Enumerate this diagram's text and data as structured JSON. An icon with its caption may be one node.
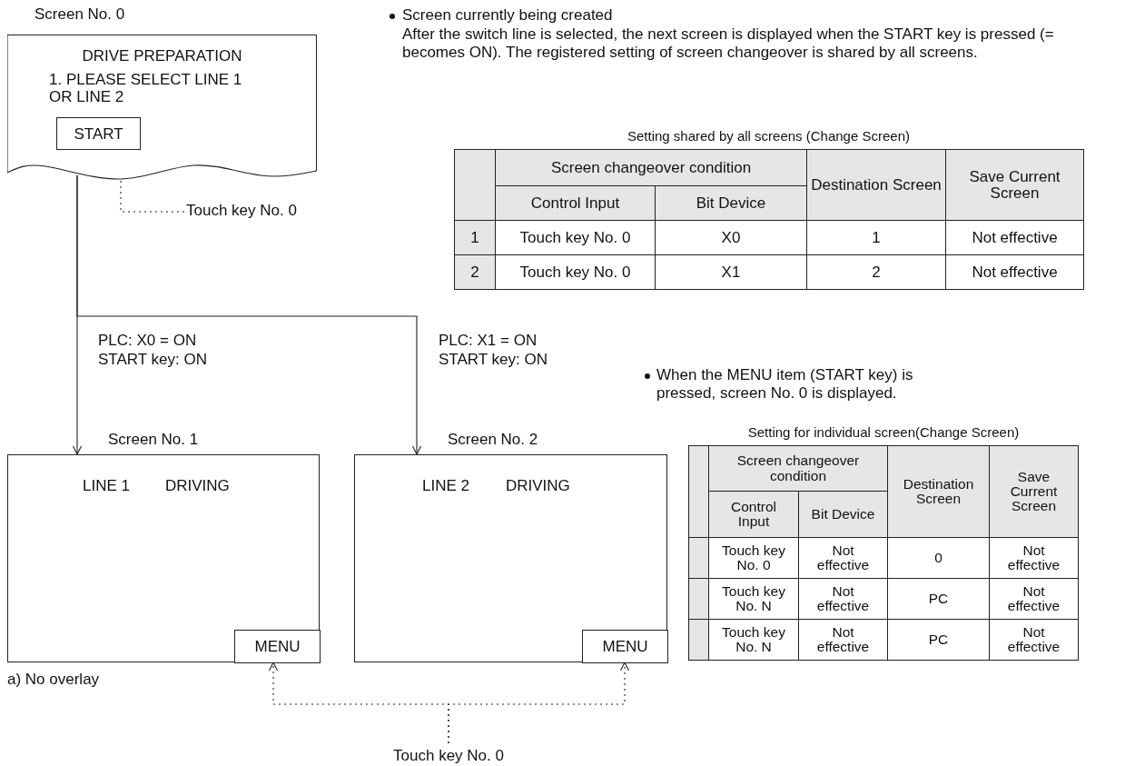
{
  "diagram": {
    "nodes": [
      {
        "text": [
          "DRIVE PREPARATION",
          "1. PLEASE SELECT LINE 1 OR LINE 2"
        ],
        "beside": [
          "Screen No. 0"
        ]
      },
      {
        "text": [
          "START"
        ],
        "in": 0
      },
      {
        "text": [
          "Touch key No. 0"
        ]
      },
      {
        "text": [
          "LINE 1",
          "DRIVING"
        ],
        "beside": [
          "Screen No. 1"
        ]
      },
      {
        "text": [
          "MENU"
        ],
        "in": 3
      },
      {
        "text": [
          "LINE 2",
          "DRIVING"
        ],
        "beside": [
          "Screen No. 2"
        ]
      },
      {
        "text": [
          "MENU"
        ],
        "in": 5
      },
      {
        "text": [
          "Touch key No. 0"
        ]
      }
    ],
    "edges": [
      {
        "from": 2,
        "to": 1,
        "arrow": "to",
        "style": "dashed"
      },
      {
        "from": 0,
        "to": 3,
        "arrow": "to",
        "label": "PLC: X0 = ON START key: ON"
      },
      {
        "from": 0,
        "to": 5,
        "arrow": "to",
        "label": "PLC: X1 = ON START key: ON"
      },
      {
        "from": 7,
        "to": 4,
        "arrow": "to",
        "style": "dashed"
      },
      {
        "from": 7,
        "to": 6,
        "arrow": "to",
        "style": "dashed"
      }
    ],
    "labels": [
      "Screen currently being created",
      "After the switch line is selected, the next screen is displayed when the START key is pressed (= becomes ON). The registered setting of screen changeover is shared by all screens.",
      "Setting shared by all screens (Change Screen)",
      "Screen changeover condition",
      "Destination Screen",
      "Save Current Screen",
      "Control Input",
      "Bit Device",
      "1",
      "Touch key No. 0",
      "X0",
      "1",
      "Not effective",
      "2",
      "Touch key No. 0",
      "X1",
      "2",
      "Not effective",
      "When the MENU item (START key) is pressed, screen No. 0 is displayed.",
      "Setting for individual screen(Change Screen)",
      "Screen changeover condition",
      "Destination Screen",
      "Save Current Screen",
      "Control Input",
      "Bit Device",
      "Touch key No. 0",
      "Not effective",
      "0",
      "Not effective",
      "Touch key No. N",
      "Not effective",
      "PC",
      "Not effective",
      "Touch key No. N",
      "Not effective",
      "PC",
      "Not effective",
      "a) No overlay"
    ]
  }
}
